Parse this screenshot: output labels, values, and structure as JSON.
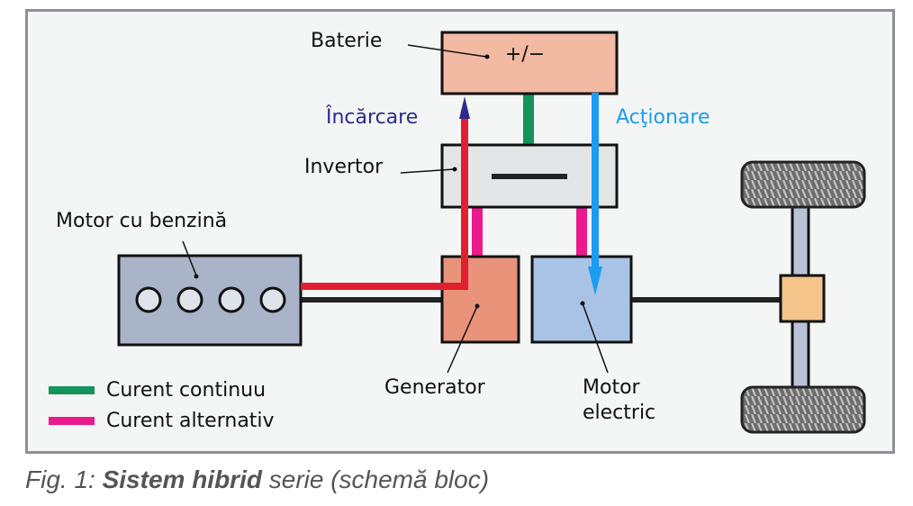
{
  "diagram": {
    "blocks": {
      "battery": {
        "label": "Baterie",
        "symbol": "+/−",
        "color": "#f2b9a3"
      },
      "inverter": {
        "label": "Invertor",
        "color": "#e4e5e6"
      },
      "petrol_engine": {
        "label": "Motor cu benzină",
        "color": "#a9b4c8"
      },
      "generator": {
        "label": "Generator",
        "color": "#e9937a"
      },
      "electric_motor": {
        "label_line1": "Motor",
        "label_line2": "electric",
        "color": "#a9c3e6"
      },
      "differential": {
        "color": "#f5c48a"
      }
    },
    "flows": {
      "charging": {
        "label": "Încărcare",
        "color": "#2b2b8f",
        "line_color": "#e02030"
      },
      "driving": {
        "label": "Acţionare",
        "color": "#1a9cf0"
      }
    },
    "legend": [
      {
        "label": "Curent continuu",
        "color": "#14935a"
      },
      {
        "label": "Curent alternativ",
        "color": "#ea1a8c"
      }
    ]
  },
  "caption": {
    "prefix": "Fig. 1: ",
    "bold": "Sistem hibrid",
    "suffix": " serie (schemă bloc)"
  }
}
